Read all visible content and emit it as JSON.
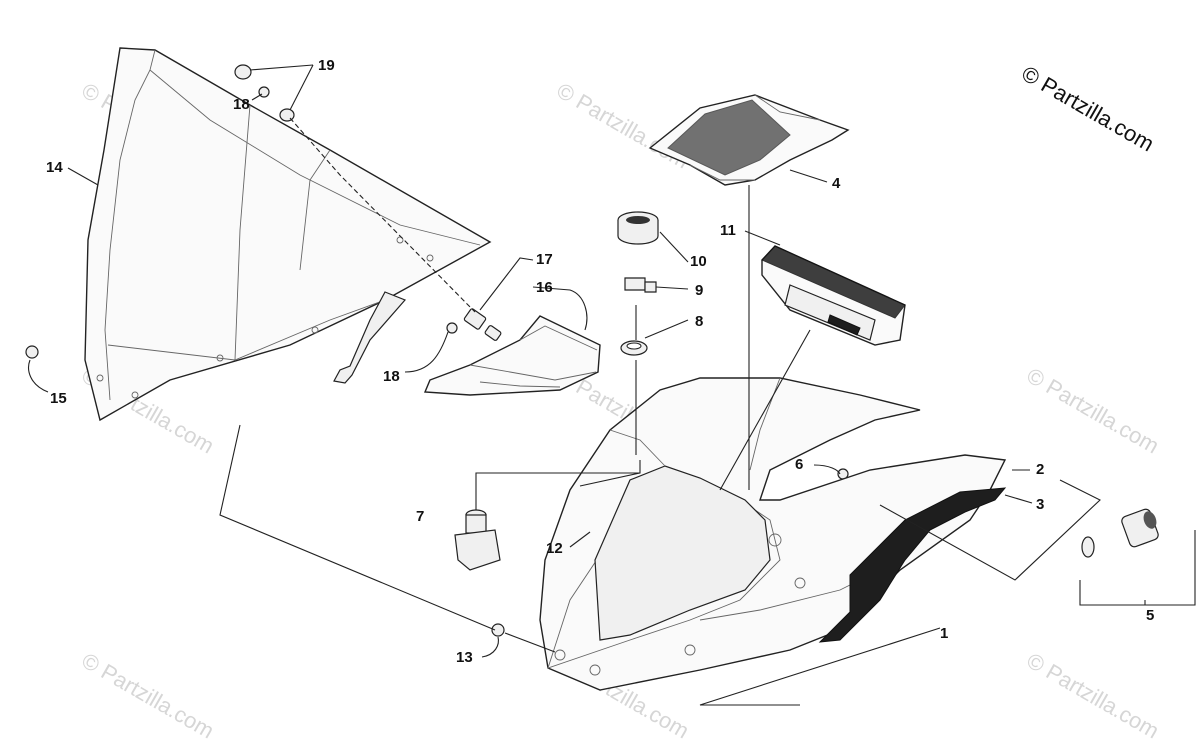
{
  "watermark": {
    "copyright": "© Partzilla.com",
    "tile_text": "© Partzilla.com"
  },
  "callouts": {
    "c1": "1",
    "c2": "2",
    "c3": "3",
    "c4": "4",
    "c5": "5",
    "c6": "6",
    "c7": "7",
    "c8": "8",
    "c9": "9",
    "c10": "10",
    "c11": "11",
    "c12": "12",
    "c13": "13",
    "c14": "14",
    "c15": "15",
    "c16": "16",
    "c17": "17",
    "c18a": "18",
    "c18b": "18",
    "c19": "19"
  },
  "colors": {
    "line": "#222222",
    "watermark": "#d6d6d6",
    "decal": "#1e1e1e",
    "background": "#ffffff"
  }
}
